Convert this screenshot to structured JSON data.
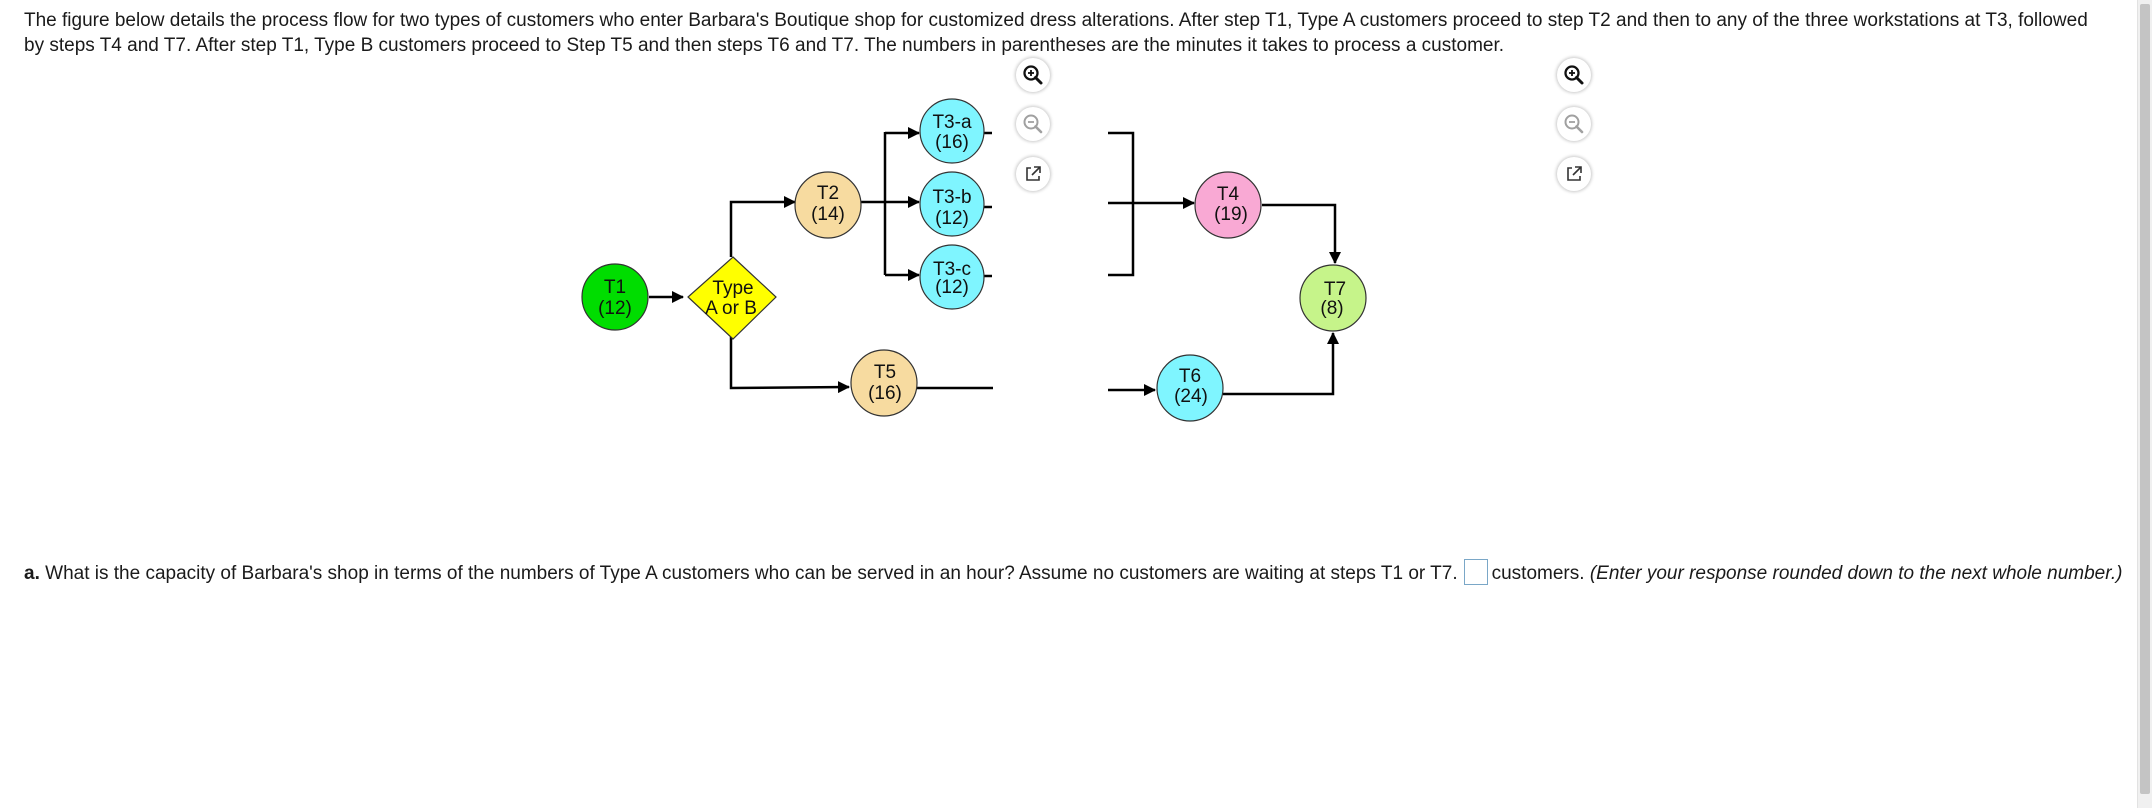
{
  "intro_text": "The figure below details the process flow for two types of customers who enter Barbara's Boutique shop for customized dress alterations. After step T1, Type A customers proceed to step T2 and then to any of the three workstations at T3, followed by steps T4 and T7. After step T1, Type B customers proceed to Step T5 and then steps T6 and T7. The numbers in parentheses are the minutes it takes to process a customer.",
  "diagram": {
    "nodes": {
      "t1": {
        "name": "T1",
        "time": "(12)",
        "color": "#00dd00"
      },
      "decision": {
        "line1": "Type",
        "line2": "A or B",
        "color": "#ffff00"
      },
      "t2": {
        "name": "T2",
        "time": "(14)",
        "color": "#f7dba0"
      },
      "t3a": {
        "name": "T3-a",
        "time": "(16)",
        "color": "#7ff5ff"
      },
      "t3b": {
        "name": "T3-b",
        "time": "(12)",
        "color": "#7ff5ff"
      },
      "t3c": {
        "name": "T3-c",
        "time": "(12)",
        "color": "#7ff5ff"
      },
      "t4": {
        "name": "T4",
        "time": "(19)",
        "color": "#f9a9d4"
      },
      "t5": {
        "name": "T5",
        "time": "(16)",
        "color": "#f7dba0"
      },
      "t6": {
        "name": "T6",
        "time": "(24)",
        "color": "#7ff5ff"
      },
      "t7": {
        "name": "T7",
        "time": "(8)",
        "color": "#c6f48a"
      }
    }
  },
  "zoom_controls": {
    "icons": [
      "zoom-in-icon",
      "zoom-out-icon",
      "open-new-window-icon"
    ]
  },
  "question": {
    "part": "a.",
    "text": "What is the capacity of Barbara's shop in terms of the numbers of Type A customers who can be served in an hour? Assume no customers are waiting at steps T1 or T7.",
    "answer_value": "",
    "unit": "customers.",
    "hint": "(Enter your response rounded down to the next whole number.)"
  }
}
